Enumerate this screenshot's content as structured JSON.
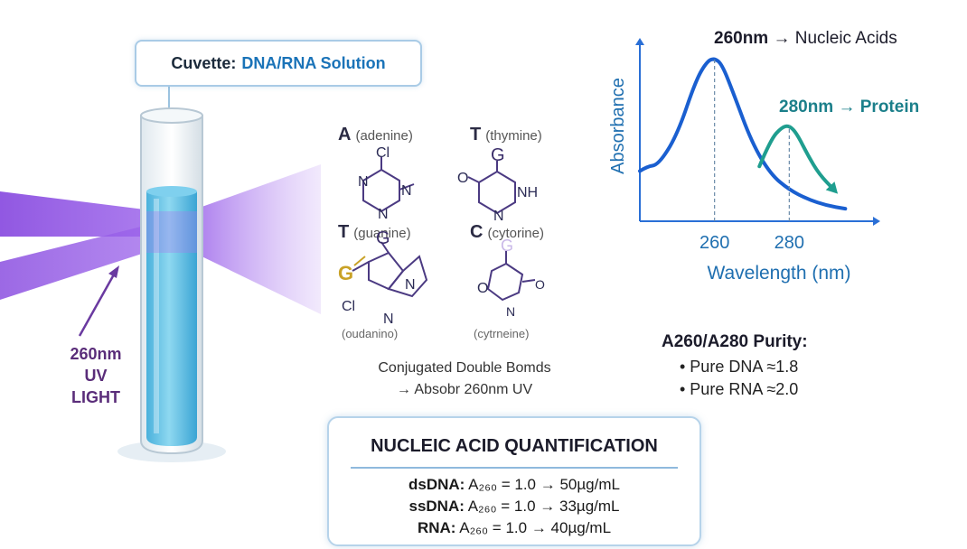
{
  "cuvette_callout": {
    "label": "Cuvette:",
    "value": "DNA/RNA Solution"
  },
  "uv_light": {
    "line1": "260nm",
    "line2": "UV",
    "line3": "LIGHT"
  },
  "bases": [
    {
      "letter": "A",
      "name": "(adenine)",
      "atoms": [
        "Cl",
        "N",
        "N",
        "N"
      ]
    },
    {
      "letter": "T",
      "name": "(thymine)",
      "atoms": [
        "G",
        "O",
        "NH",
        "N"
      ]
    },
    {
      "letter": "T",
      "name": "(guanine)",
      "atoms": [
        "G",
        "G",
        "N",
        "Cl",
        "N"
      ]
    },
    {
      "letter": "C",
      "name": "(cytorine)",
      "atoms": [
        "G",
        "O",
        "O",
        "N"
      ]
    }
  ],
  "bottom_captions": [
    "(oudanino)",
    "(cytrneine)"
  ],
  "conjugated": {
    "line1": "Conjugated Double Bomds",
    "line2": "→ Absobr 260nm UV"
  },
  "chart_data": {
    "type": "line",
    "title": "",
    "xlabel": "Wavelength (nm)",
    "ylabel": "Absorbance",
    "x_ticks": [
      260,
      280
    ],
    "xlim": [
      240,
      300
    ],
    "ylim": [
      0,
      1.1
    ],
    "grid": false,
    "series": [
      {
        "name": "",
        "x": [
          240,
          242,
          245,
          250,
          255,
          258,
          260,
          262,
          265,
          270,
          275,
          280,
          285,
          290,
          295
        ],
        "y": [
          0.32,
          0.35,
          0.36,
          0.55,
          0.9,
          1.02,
          1.04,
          1.0,
          0.82,
          0.5,
          0.3,
          0.2,
          0.14,
          0.1,
          0.08
        ]
      },
      {
        "name": "",
        "x": [
          272,
          275,
          278,
          280,
          282,
          285,
          288,
          292
        ],
        "y": [
          0.35,
          0.52,
          0.6,
          0.61,
          0.56,
          0.42,
          0.3,
          0.2
        ]
      }
    ],
    "annotations": [
      {
        "text_value": "260nm",
        "text_rest": "→ Nucleic Acids",
        "x": 260
      },
      {
        "text_value": "280nm",
        "text_rest": "→ Protein",
        "x": 280
      }
    ]
  },
  "purity": {
    "title": "A260/A280 Purity:",
    "items": [
      "• Pure DNA ≈1.8",
      "• Pure RNA ≈2.0"
    ]
  },
  "quantification": {
    "title": "NUCLEIC ACID QUANTIFICATION",
    "rows": [
      {
        "label": "dsDNA:",
        "formula": "A₂₆₀ = 1.0",
        "result": "→ 50µg/mL"
      },
      {
        "label": "ssDNA:",
        "formula": "A₂₆₀ = 1.0",
        "result": "→ 33µg/mL"
      },
      {
        "label": "RNA:",
        "formula": "A₂₆₀ = 1.0",
        "result": "→ 40µg/mL"
      }
    ]
  },
  "colors": {
    "uv_purple": "#8b4fe0",
    "liquid_blue": "#5ec3e6",
    "curve_blue": "#1a5fd0",
    "curve_teal": "#1f9e8f",
    "axis_blue": "#2a6fd6"
  }
}
